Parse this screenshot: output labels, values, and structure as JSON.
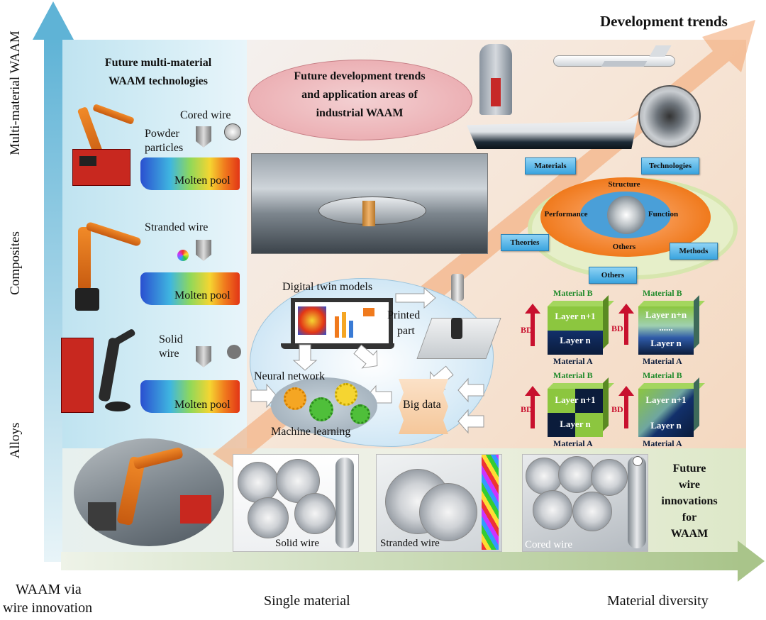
{
  "title": "Development trends",
  "axes": {
    "y_title": "Multi-material WAAM",
    "y_levels": [
      "Composites",
      "Alloys"
    ],
    "x_origin_line1": "WAAM via",
    "x_origin_line2": "wire innovation",
    "x_left": "Single material",
    "x_right": "Material diversity"
  },
  "left_panel": {
    "heading_line1": "Future multi-material",
    "heading_line2": "WAAM technologies",
    "rows": [
      {
        "wire_label": "Cored wire",
        "extra_label_line1": "Powder",
        "extra_label_line2": "particles",
        "pool_label": "Molten pool"
      },
      {
        "wire_label": "Stranded wire",
        "pool_label": "Molten pool"
      },
      {
        "wire_label_line1": "Solid",
        "wire_label_line2": "wire",
        "pool_label": "Molten pool"
      }
    ]
  },
  "center": {
    "oval_line1": "Future development trends",
    "oval_line2": "and application areas of",
    "oval_line3": "industrial WAAM",
    "digital_twin": "Digital twin models",
    "printed_line1": "Printed",
    "printed_line2": "part",
    "neural_network": "Neural network",
    "machine_learning": "Machine learning",
    "big_data": "Big data"
  },
  "ring": {
    "inner": {
      "top": "Structure",
      "left": "Performance",
      "right": "Function",
      "bottom": "Others"
    },
    "tags": {
      "materials": "Materials",
      "technologies": "Technologies",
      "theories": "Theories",
      "methods": "Methods",
      "others": "Others"
    }
  },
  "cubes": [
    {
      "top_label": "Material B",
      "upper": "Layer n+1",
      "lower": "Layer n",
      "bottom_label": "Material A",
      "bd": "BD"
    },
    {
      "top_label": "Material B",
      "upper": "Layer n+n",
      "dots": "......",
      "lower": "Layer n",
      "bottom_label": "Material A",
      "bd": "BD"
    },
    {
      "top_label": "Material B",
      "upper": "Layer n+1",
      "lower": "Layer n",
      "bottom_label": "Material A",
      "bd": "BD"
    },
    {
      "top_label": "Material B",
      "upper": "Layer n+1",
      "lower": "Layer n",
      "bottom_label": "Material A",
      "bd": "BD"
    }
  ],
  "bottom": {
    "solid_wire": "Solid wire",
    "stranded_wire": "Stranded wire",
    "cored_wire": "Cored wire",
    "innovations_line1": "Future",
    "innovations_line2": "wire",
    "innovations_line3": "innovations",
    "innovations_line4": "for",
    "innovations_line5": "WAAM"
  },
  "colors": {
    "axis_blue": "#5fb3d6",
    "axis_green": "#a9c48a",
    "trend_orange": "#f2a36b",
    "oval_pink": "#e9a3a8",
    "ring_orange": "#f07a1d",
    "bd_red": "#c8102e"
  }
}
